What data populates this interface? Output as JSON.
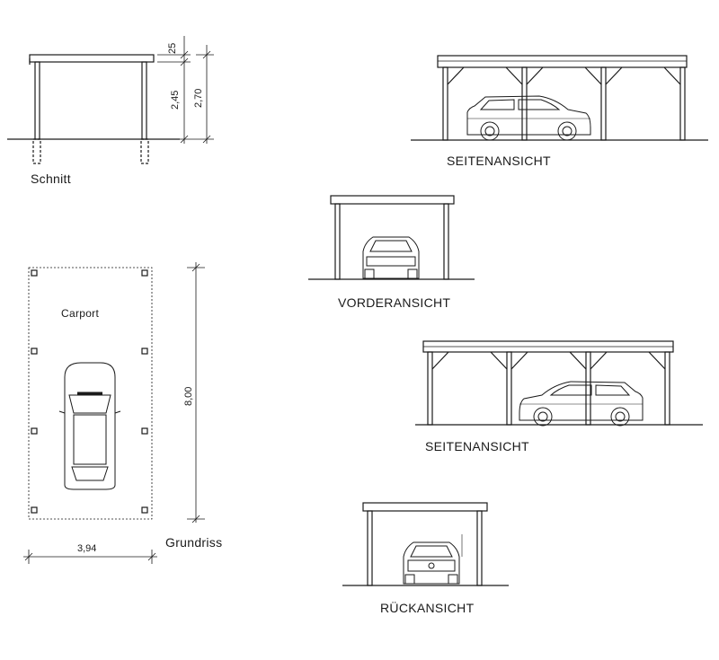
{
  "labels": {
    "schnitt": "Schnitt",
    "seitenansicht_top": "SEITENANSICHT",
    "vorderansicht": "VORDERANSICHT",
    "seitenansicht_mid": "SEITENANSICHT",
    "rueckansicht": "RÜCKANSICHT",
    "carport": "Carport",
    "grundriss": "Grundriss"
  },
  "dimensions": {
    "roof_thickness": "25",
    "post_height": "2,45",
    "total_height": "2,70",
    "length": "8,00",
    "width": "3,94"
  },
  "colors": {
    "line": "#1a1a1a"
  }
}
